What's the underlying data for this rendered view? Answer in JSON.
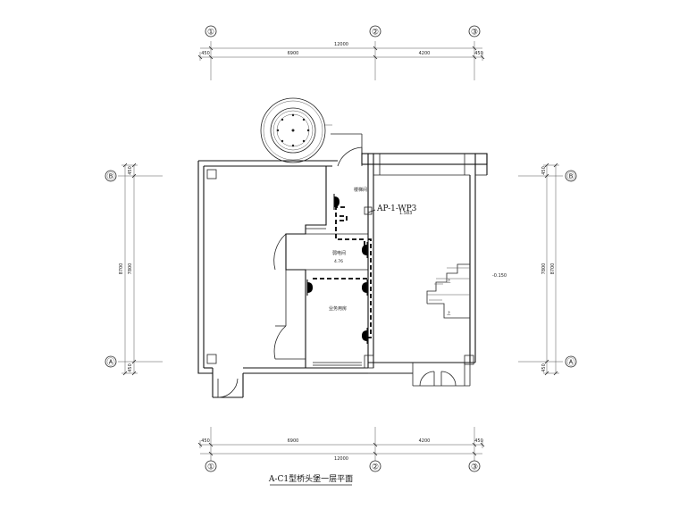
{
  "title": "A-C1型桥头堡一层平面",
  "grid_axes": {
    "columns": [
      "①",
      "②",
      "③"
    ],
    "rows": [
      "Ⓑ",
      "Ⓐ"
    ]
  },
  "dimensions": {
    "top_total": "12000",
    "top_segments": [
      "450",
      "6900",
      "4200",
      "450"
    ],
    "bottom_total": "12000",
    "bottom_segments": [
      "450",
      "6900",
      "4200",
      "450"
    ],
    "left_outer": "8700",
    "left_inner": "7800",
    "left_end_top": "450",
    "left_end_bottom": "450",
    "right_outer": "8700",
    "right_inner": "7800",
    "right_end_top": "450",
    "right_end_bottom": "450"
  },
  "rooms": {
    "room_top": "楼梯间",
    "room_mid": "弱电间",
    "room_mid_elev": "4.76",
    "room_bottom": "业务用房",
    "elevation_right": "1.583",
    "elevation_side": "-0.150",
    "stair_mark_1": "上",
    "stair_mark_2": "上"
  },
  "panel_label": "AP-1-WP3"
}
